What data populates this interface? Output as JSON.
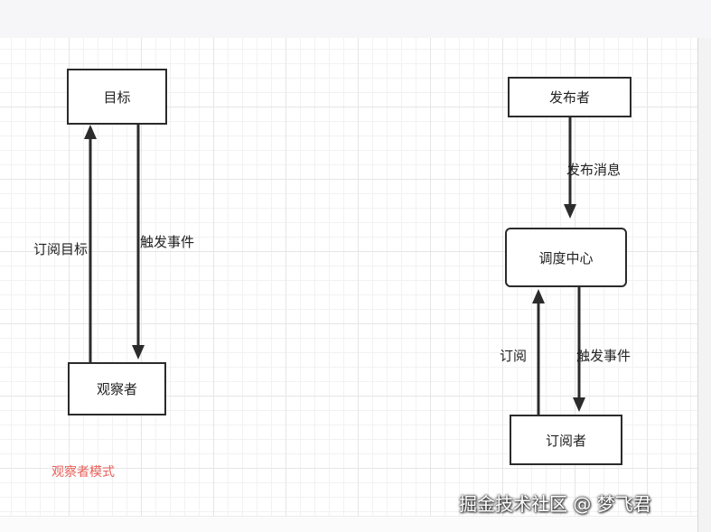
{
  "left_diagram": {
    "target": "目标",
    "observer": "观察者",
    "subscribe_label": "订阅目标",
    "trigger_label": "触发事件",
    "caption": "观察者模式"
  },
  "right_diagram": {
    "publisher": "发布者",
    "dispatch_center": "调度中心",
    "subscriber": "订阅者",
    "publish_label": "发布消息",
    "subscribe_label": "订阅",
    "trigger_label": "触发事件"
  },
  "watermark": "掘金技术社区 @ 梦飞君",
  "colors": {
    "node_border": "#2b2b2b",
    "caption": "#e8605a"
  }
}
